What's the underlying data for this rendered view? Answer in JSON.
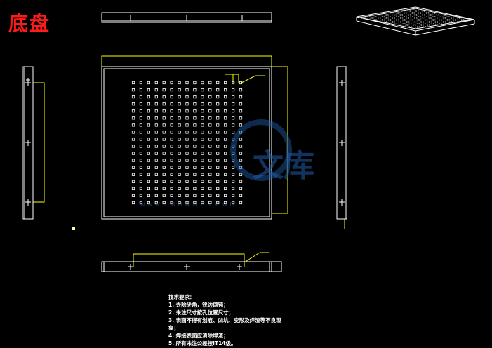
{
  "title": "底盘",
  "colors": {
    "background": "#000000",
    "outline": "#ffffff",
    "dimension": "#ffff00",
    "title": "#ff1a1a",
    "watermark": "#1f5fae"
  },
  "hole_grid": {
    "rows": 18,
    "cols": 15
  },
  "watermark": {
    "text": "文库",
    "url": "www.mmdoc.com"
  },
  "notes": {
    "heading": "技术要求：",
    "items": [
      "1. 去除尖角，锐边倒钝；",
      "2. 未注尺寸按孔位置尺寸；",
      "3. 表面不得有划痕、凹坑、变形及焊渣等不良现",
      "象；",
      "4. 焊接表面应清除焊渣；",
      "5. 所有未注公差按IT14级。"
    ]
  }
}
